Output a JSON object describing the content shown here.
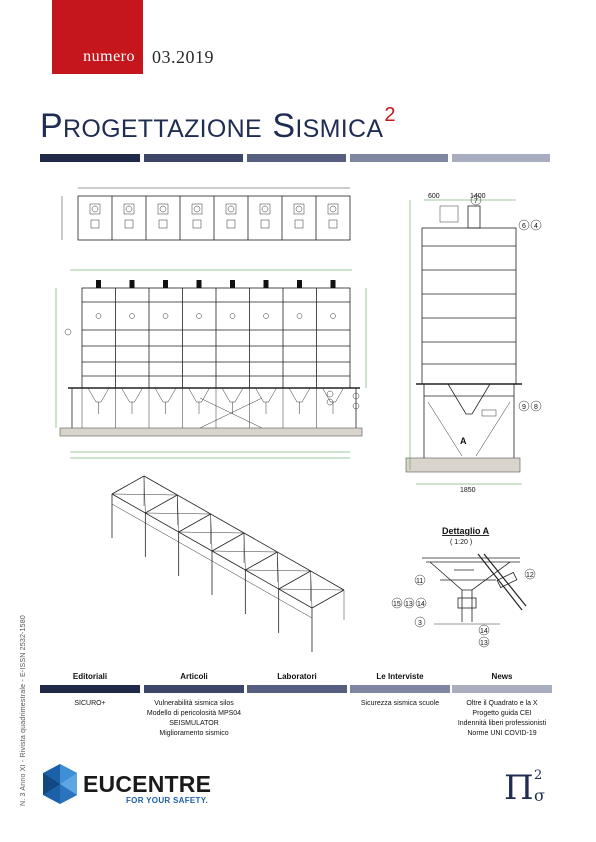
{
  "issue": {
    "label": "numero",
    "number": "03.2019"
  },
  "masthead": {
    "word1_cap": "P",
    "word1_rest": "ROGETTAZIONE",
    "word2_cap": "S",
    "word2_rest": "ISMICA",
    "superscript": "2"
  },
  "colors": {
    "accent_red": "#c4161c",
    "bar_1": "#1f2a48",
    "bar_2": "#3b4669",
    "bar_3": "#565f80",
    "bar_4": "#7f86a2",
    "bar_5": "#a9adc0",
    "brand_blue": "#1b61a8"
  },
  "drawings": {
    "detail_title": "Dettaglio A",
    "detail_scale": "( 1:20 )",
    "marker_a": "A",
    "dim_600": "600",
    "dim_1400": "1400",
    "dim_1850": "1850",
    "callout_6": "6",
    "callout_4": "4",
    "callout_7": "7",
    "callout_9": "9",
    "callout_8": "8",
    "callout_11": "11",
    "callout_12": "12",
    "callout_15": "15",
    "callout_13": "13",
    "callout_14": "14",
    "callout_3": "3"
  },
  "sections": [
    {
      "title": "Editoriali",
      "items": [
        "SICURO+"
      ]
    },
    {
      "title": "Articoli",
      "items": [
        "Vulnerabilità sismica silos",
        "Modello di pericolosità MPS04",
        "SEISMULATOR",
        "Miglioramento sismico"
      ]
    },
    {
      "title": "Laboratori",
      "items": []
    },
    {
      "title": "Le Interviste",
      "items": [
        "Sicurezza sismica scuole"
      ]
    },
    {
      "title": "News",
      "items": [
        "Oltre il Quadrato e la X",
        "Progetto guida CEI",
        "Indennità liberi professionisti",
        "Norme UNI COVID-19"
      ]
    }
  ],
  "side_text": "N. 3 Anno XI - Rivista quadrimestrale - E-ISSN 2532-1580",
  "brand": {
    "name": "EUCENTRE",
    "tagline": "FOR YOUR SAFETY."
  },
  "pi_logo": {
    "symbol": "Π",
    "sup": "2",
    "sub": "σ"
  }
}
